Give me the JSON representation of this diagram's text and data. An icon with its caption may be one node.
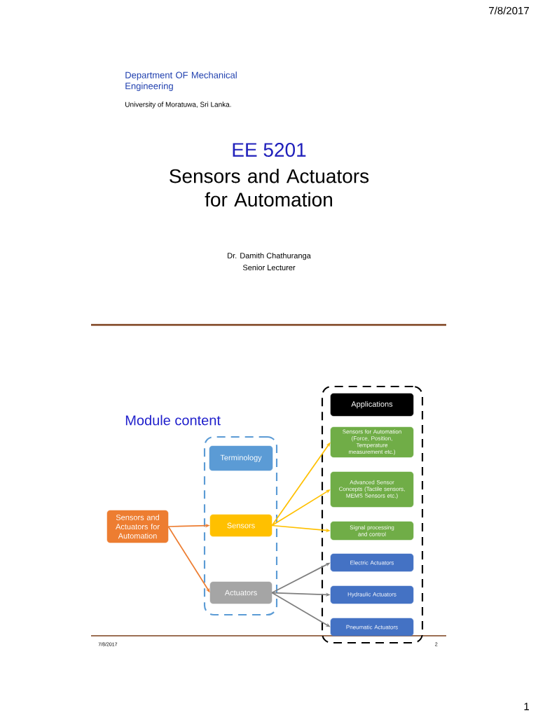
{
  "diagram": {
    "nodes": [
      {
        "text": [
          "Sensors and Actuators for Automation"
        ]
      },
      {
        "text": [],
        "shape": "box"
      },
      {
        "text": [
          "Terminology"
        ],
        "in": 1
      },
      {
        "text": [
          "Sensors"
        ],
        "in": 1
      },
      {
        "text": [
          "Actuators"
        ],
        "in": 1
      },
      {
        "text": [],
        "shape": "box"
      },
      {
        "text": [
          "Applications"
        ],
        "in": 5
      },
      {
        "text": [
          "Sensors for Automation (Force, Position, Temperature measurement etc.)"
        ],
        "in": 5
      },
      {
        "text": [
          "Advanced Sensor Concepts (Tactile sensors, MEMS Sensors etc.)"
        ],
        "in": 5
      },
      {
        "text": [
          "Signal processing and control"
        ],
        "in": 5
      },
      {
        "text": [
          "Electric Actuators"
        ],
        "in": 5
      },
      {
        "text": [
          "Hydraulic Actuators"
        ],
        "in": 5
      },
      {
        "text": [
          "Pneumatic Actuators"
        ],
        "in": 5
      }
    ],
    "edges": [
      {
        "from": 0,
        "to": 3,
        "arrow": "to",
        "color": "#ed7d31"
      },
      {
        "from": 0,
        "to": 4,
        "arrow": "to",
        "color": "#ed7d31"
      },
      {
        "from": 3,
        "to": 7,
        "arrow": "to",
        "color": "#ffc000"
      },
      {
        "from": 3,
        "to": 8,
        "arrow": "to",
        "color": "#ffc000"
      },
      {
        "from": 3,
        "to": 9,
        "arrow": "to",
        "color": "#ffc000"
      },
      {
        "from": 4,
        "to": 10,
        "arrow": "to",
        "color": "#7f7f7f"
      },
      {
        "from": 4,
        "to": 11,
        "arrow": "to",
        "color": "#7f7f7f"
      },
      {
        "from": 4,
        "to": 12,
        "arrow": "to",
        "color": "#7f7f7f"
      }
    ],
    "labels": [
      "7/8/2017",
      "Department OF Mechanical Engineering",
      "University of Moratuwa, Sri Lanka.",
      "EE 5201",
      "Sensors and Actuators for Automation",
      "Dr. Damith Chathuranga",
      "Senior Lecturer",
      "Module content",
      "7/8/2017",
      "2",
      "1"
    ]
  }
}
